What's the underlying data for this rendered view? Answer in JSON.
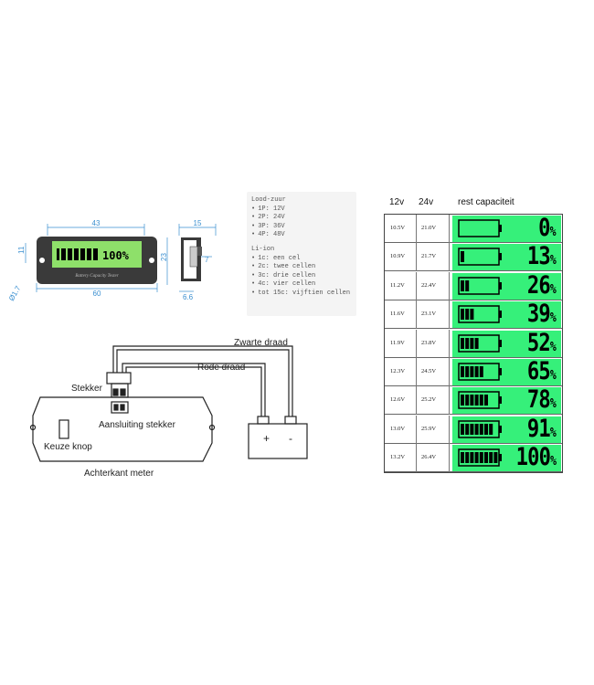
{
  "meter": {
    "dimensions": {
      "width_top": "43",
      "height_left": "11",
      "height_right": "23",
      "width_bottom": "60",
      "hole": "Ø1.7",
      "side_width": "15",
      "side_depth": "7",
      "side_bottom": "6.6"
    },
    "display_percent": "100%",
    "brand_text": "Battery Capacity Tester",
    "colors": {
      "lcd": "#36f07a",
      "body": "#3a3a3a"
    }
  },
  "info": {
    "lead_title": "Lood-zuur",
    "lead_items": [
      "1P: 12V",
      "2P: 24V",
      "3P: 36V",
      "4P: 48V"
    ],
    "li_title": "Li-ion",
    "li_items": [
      "1c: een cel",
      "2c: twee cellen",
      "3c: drie cellen",
      "4c: vier cellen",
      "tot 15c: vijftien cellen"
    ]
  },
  "wiring": {
    "black_wire": "Zwarte draad",
    "red_wire": "Rode draad",
    "plug": "Stekker",
    "connector": "Aansluiting stekker",
    "switch": "Keuze knop",
    "back": "Achterkant meter",
    "plus": "+",
    "minus": "-"
  },
  "table": {
    "headers": [
      "12v",
      "24v",
      "rest capaciteit"
    ],
    "rows": [
      {
        "v12": "10.5V",
        "v24": "21.0V",
        "percent": "0",
        "bars": 0
      },
      {
        "v12": "10.9V",
        "v24": "21.7V",
        "percent": "13",
        "bars": 1
      },
      {
        "v12": "11.2V",
        "v24": "22.4V",
        "percent": "26",
        "bars": 2
      },
      {
        "v12": "11.6V",
        "v24": "23.1V",
        "percent": "39",
        "bars": 3
      },
      {
        "v12": "11.9V",
        "v24": "23.8V",
        "percent": "52",
        "bars": 4
      },
      {
        "v12": "12.3V",
        "v24": "24.5V",
        "percent": "65",
        "bars": 5
      },
      {
        "v12": "12.6V",
        "v24": "25.2V",
        "percent": "78",
        "bars": 6
      },
      {
        "v12": "13.0V",
        "v24": "25.9V",
        "percent": "91",
        "bars": 7
      },
      {
        "v12": "13.2V",
        "v24": "26.4V",
        "percent": "100",
        "bars": 8
      }
    ],
    "percent_sign": "%"
  }
}
